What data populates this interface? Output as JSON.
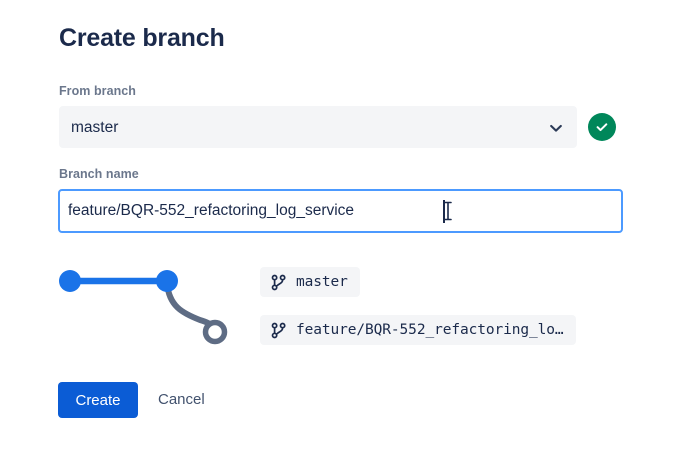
{
  "dialog": {
    "title": "Create branch"
  },
  "from_branch": {
    "label": "From branch",
    "value": "master",
    "chevron_icon": "chevron-down-icon",
    "status_icon": "check-circle-icon",
    "status_color": "#00875A"
  },
  "branch_name": {
    "label": "Branch name",
    "value": "feature/BQR-552_refactoring_log_service",
    "placeholder": "",
    "focus_color": "#4C9AFF"
  },
  "graph": {
    "commit_color": "#1a73e8",
    "new_branch_color": "#5e6c84",
    "nodes": [
      {
        "name": "commit-node-1",
        "type": "filled",
        "color": "#1a73e8"
      },
      {
        "name": "commit-node-2",
        "type": "filled",
        "color": "#1a73e8"
      },
      {
        "name": "new-branch-node",
        "type": "hollow",
        "color": "#5e6c84"
      }
    ]
  },
  "chips": [
    {
      "icon": "git-branch-icon",
      "label": "master"
    },
    {
      "icon": "git-branch-icon",
      "label": "feature/BQR-552_refactoring_lo…"
    }
  ],
  "actions": {
    "create_label": "Create",
    "cancel_label": "Cancel",
    "create_color": "#0B5CD5"
  }
}
